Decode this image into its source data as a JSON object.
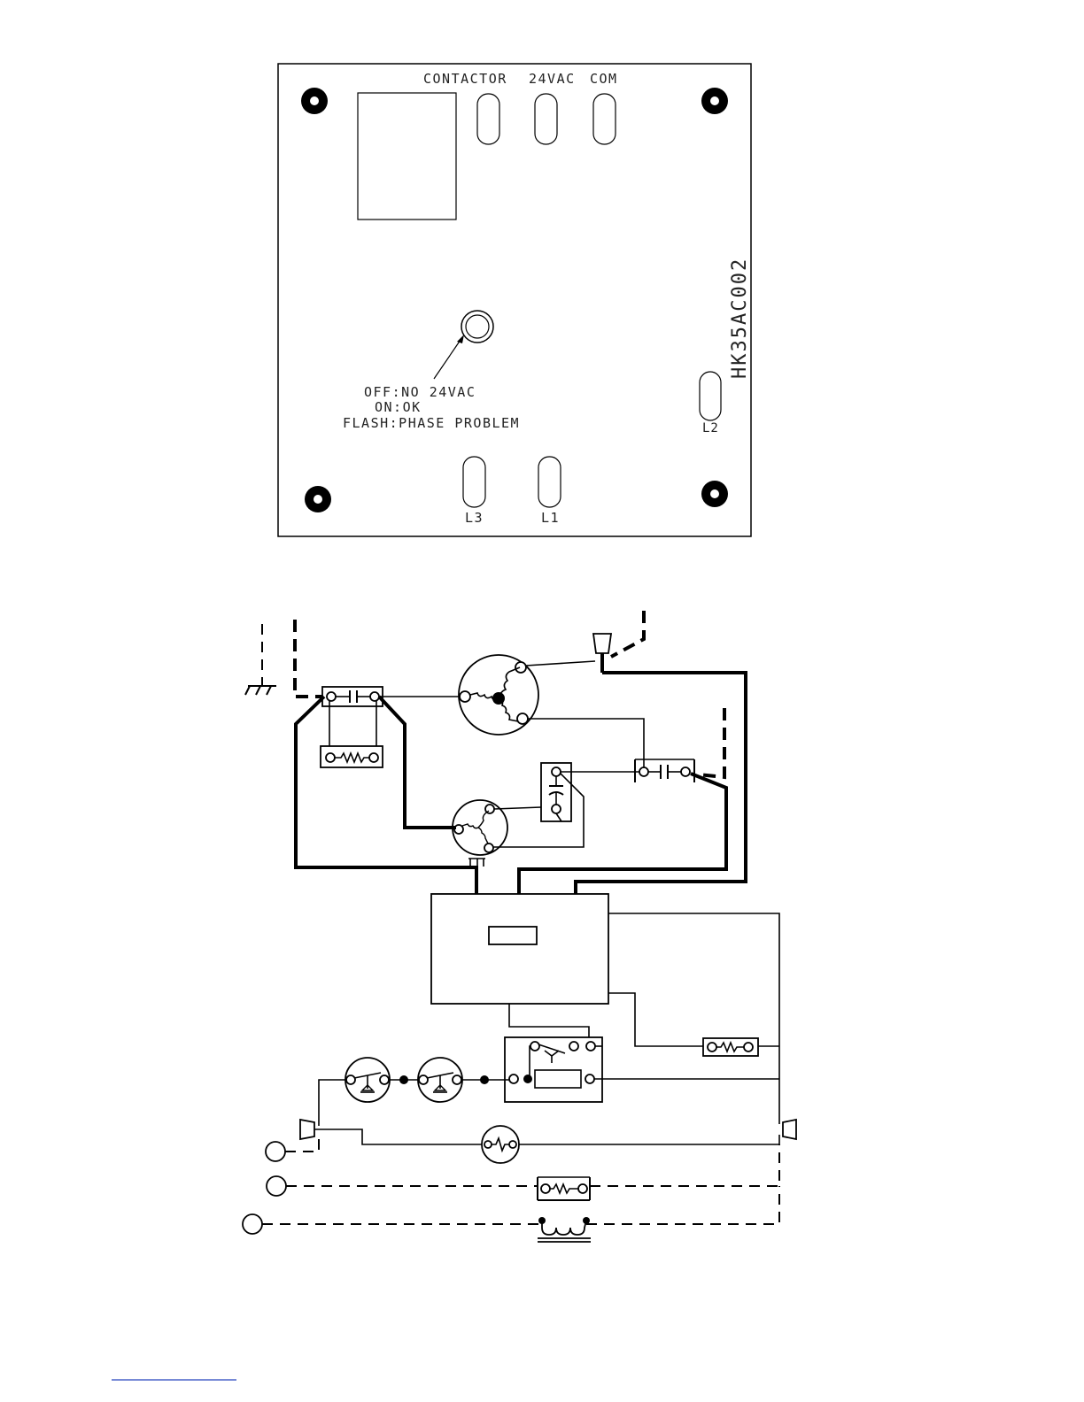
{
  "board": {
    "terminal_labels": {
      "contactor": "CONTACTOR",
      "vac24": "24VAC",
      "com": "COM",
      "l1": "L1",
      "l2": "L2",
      "l3": "L3"
    },
    "part_number": "HK35AC002",
    "led_legend": {
      "line1": "OFF:NO  24VAC",
      "line2": "ON:OK",
      "line3": "FLASH:PHASE  PROBLEM"
    }
  }
}
